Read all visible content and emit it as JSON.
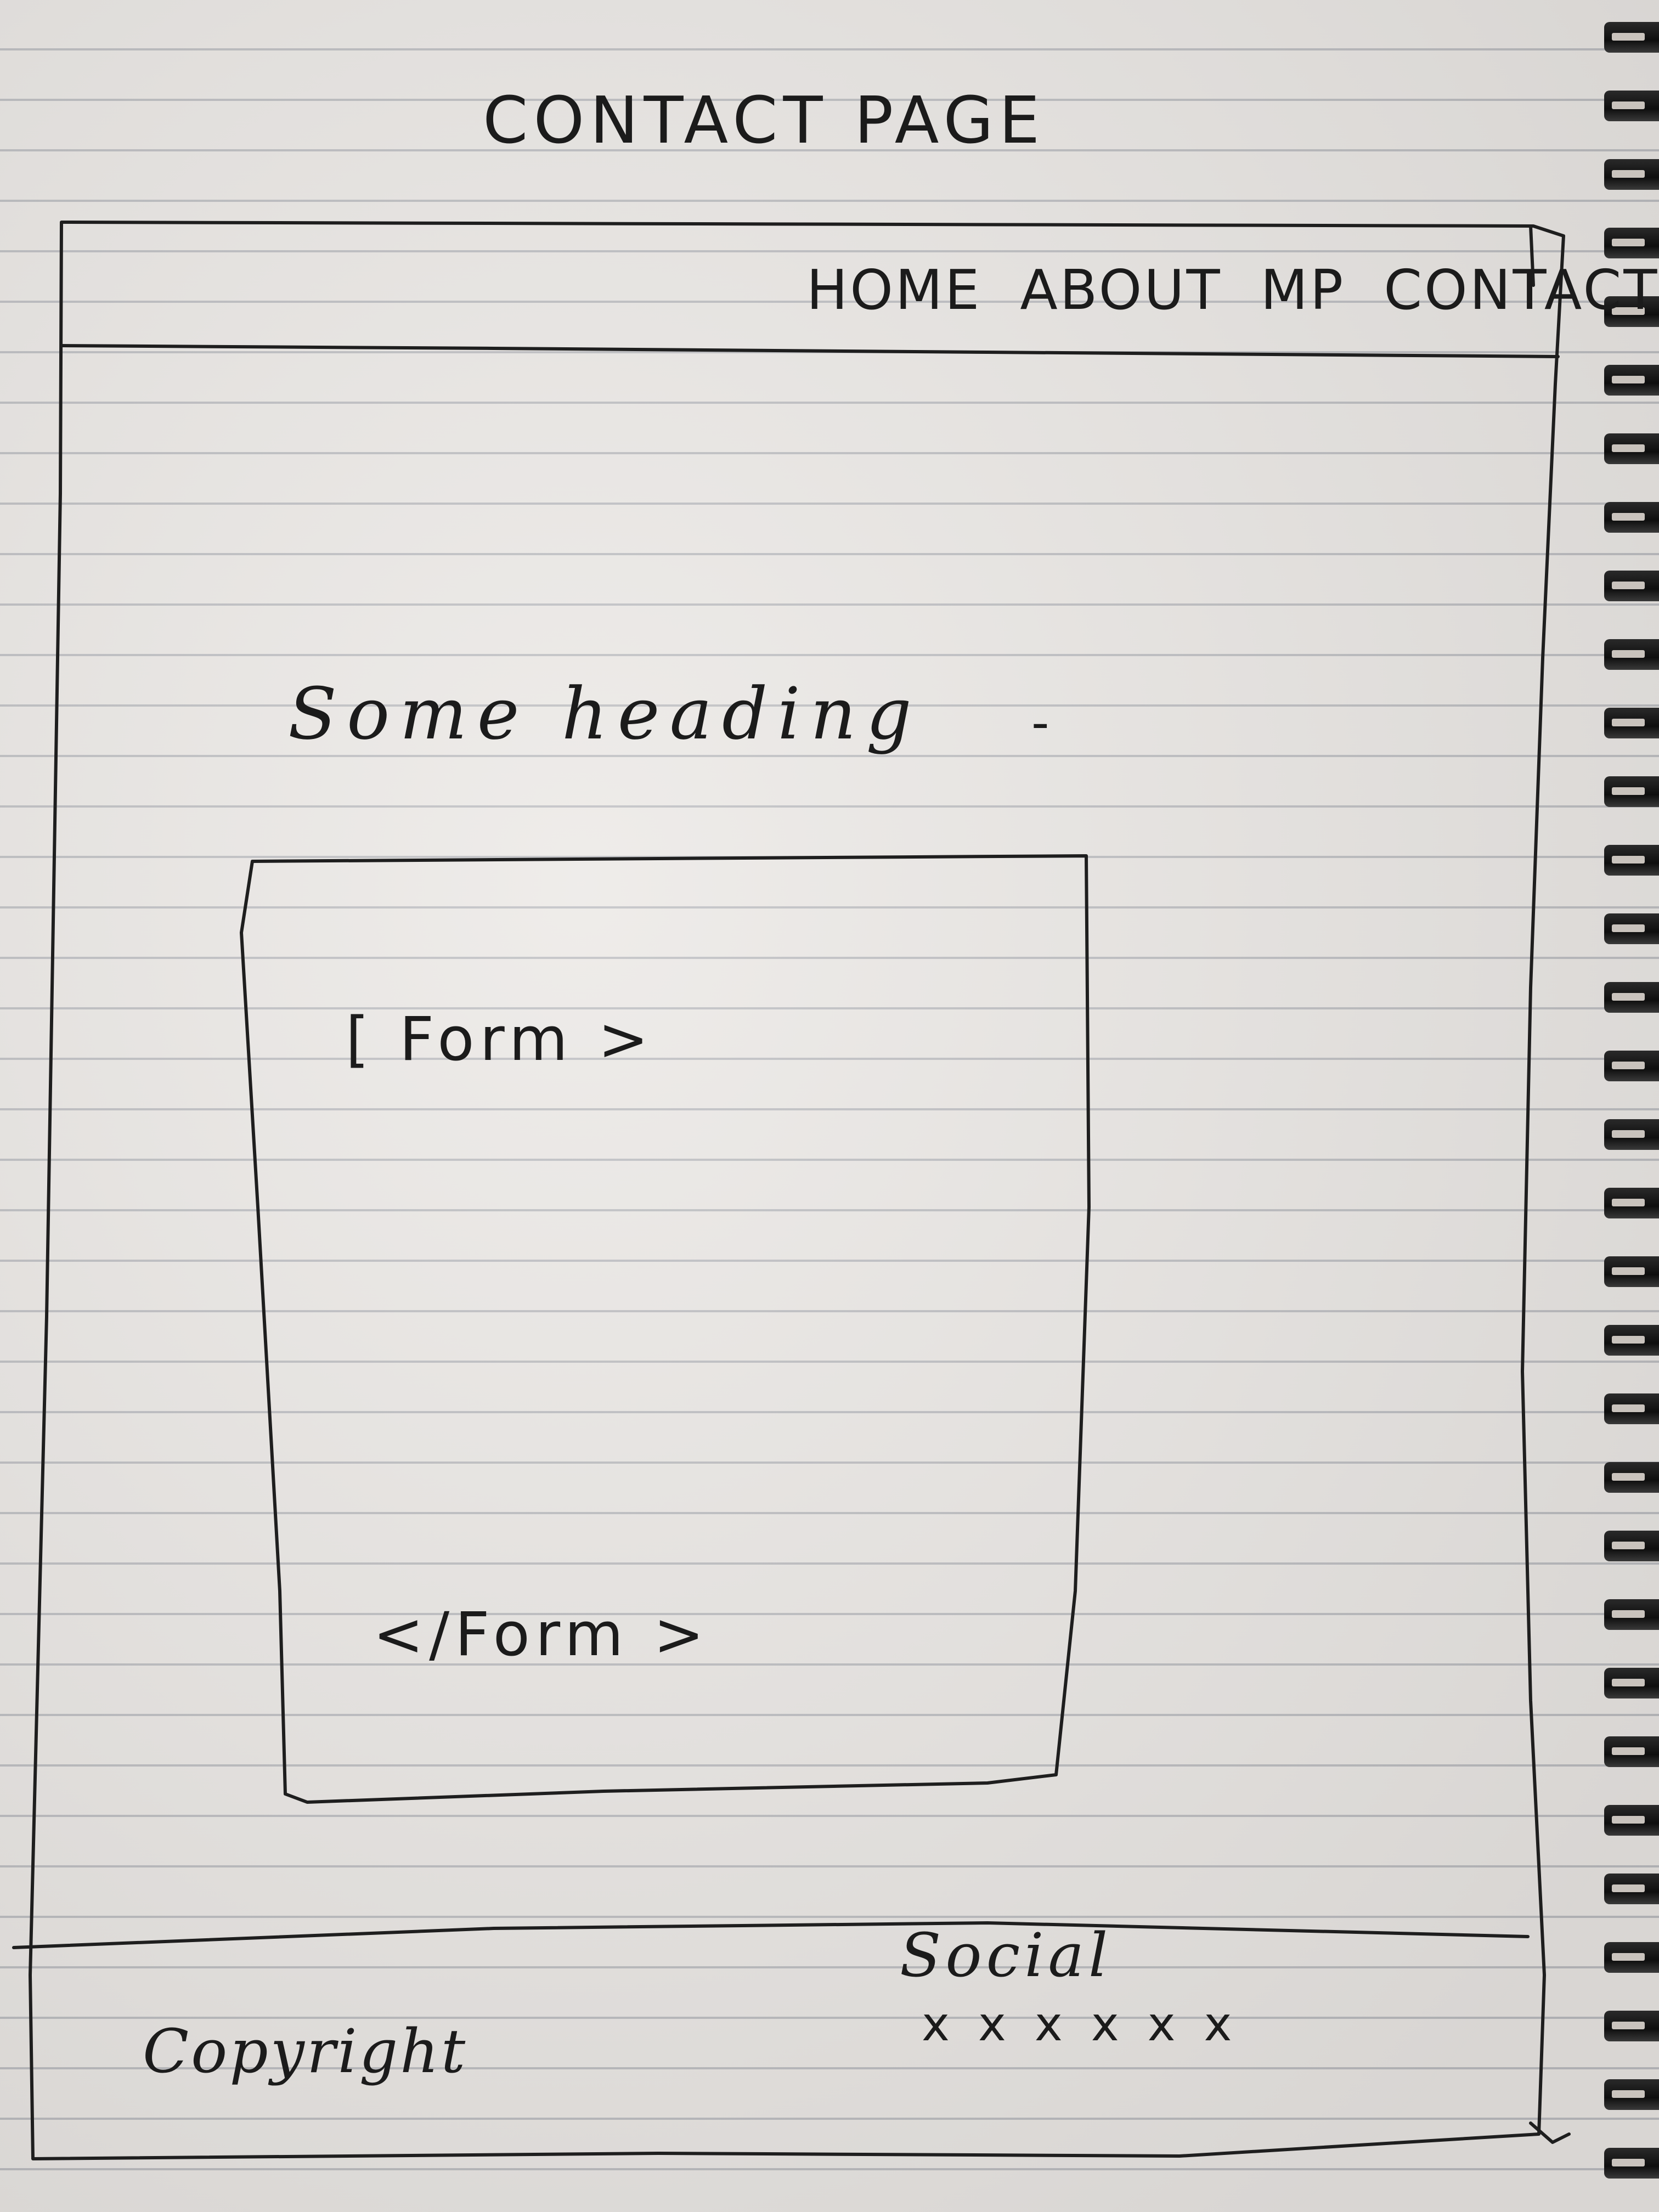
{
  "sketch": {
    "title": "CONTACT PAGE",
    "nav": {
      "items": [
        {
          "label": "HOME"
        },
        {
          "label": "ABOUT"
        },
        {
          "label": "MP"
        },
        {
          "label": "CONTACT"
        }
      ]
    },
    "main": {
      "heading": "Some heading",
      "heading_trailing_mark": "-",
      "form_open": "[ Form >",
      "form_close": "</Form >"
    },
    "footer": {
      "copyright": "Copyright",
      "social_label": "Social",
      "social_icons": [
        "x",
        "x",
        "x",
        "x",
        "x",
        "x"
      ]
    }
  },
  "colors": {
    "paper": "#ebe8e5",
    "ink": "#1e1e1e",
    "rule_lines": "#8a93a3",
    "spiral": "#1a1a1a"
  }
}
